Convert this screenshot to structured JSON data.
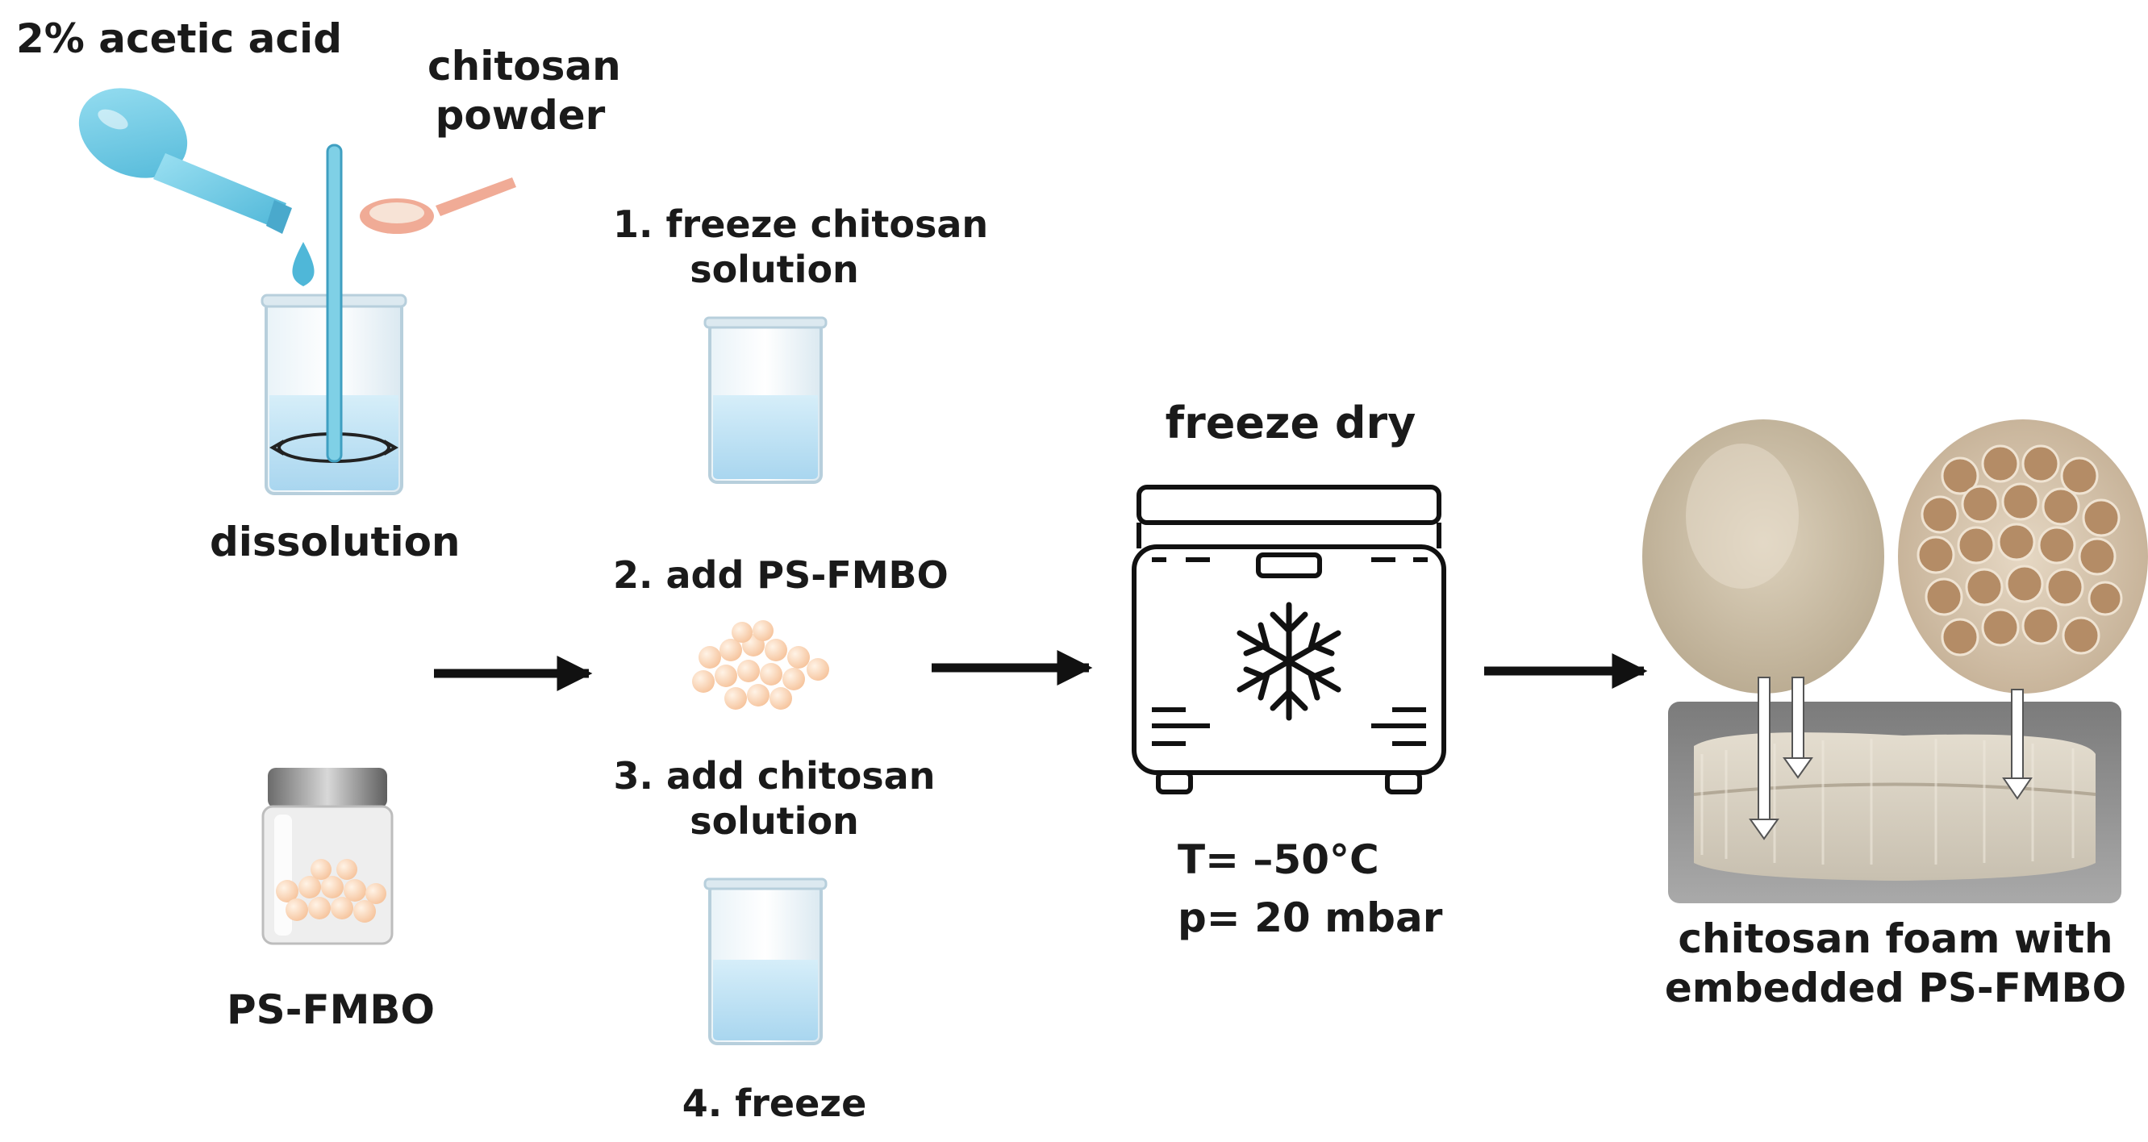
{
  "labels": {
    "acetic_acid": "2% acetic acid",
    "chitosan_powder_1": "chitosan",
    "chitosan_powder_2": "powder",
    "dissolution": "dissolution",
    "ps_fmbo": "PS-FMBO",
    "step1_line1": "1. freeze chitosan",
    "step1_line2": "solution",
    "step2": "2. add PS-FMBO",
    "step3_line1": "3. add chitosan",
    "step3_line2": "solution",
    "step4": "4. freeze",
    "freeze_dry": "freeze dry",
    "temperature": "T= –50°C",
    "pressure": "p= 20 mbar",
    "result_line1": "chitosan foam with",
    "result_line2": "embedded PS-FMBO"
  },
  "colors": {
    "flask": "#6cc9e3",
    "water": "#bfe3f4",
    "spoon": "#f0ab96",
    "beads": "#fbd5ba",
    "foam": "#d9cdb6",
    "arrow": "#111111"
  },
  "icons": [
    "volumetric-flask-icon",
    "spoon-icon",
    "beaker-icon",
    "stir-rod-icon",
    "bead-jar-icon",
    "beads-icon",
    "freeze-dryer-icon",
    "snowflake-icon",
    "foam-photo"
  ]
}
